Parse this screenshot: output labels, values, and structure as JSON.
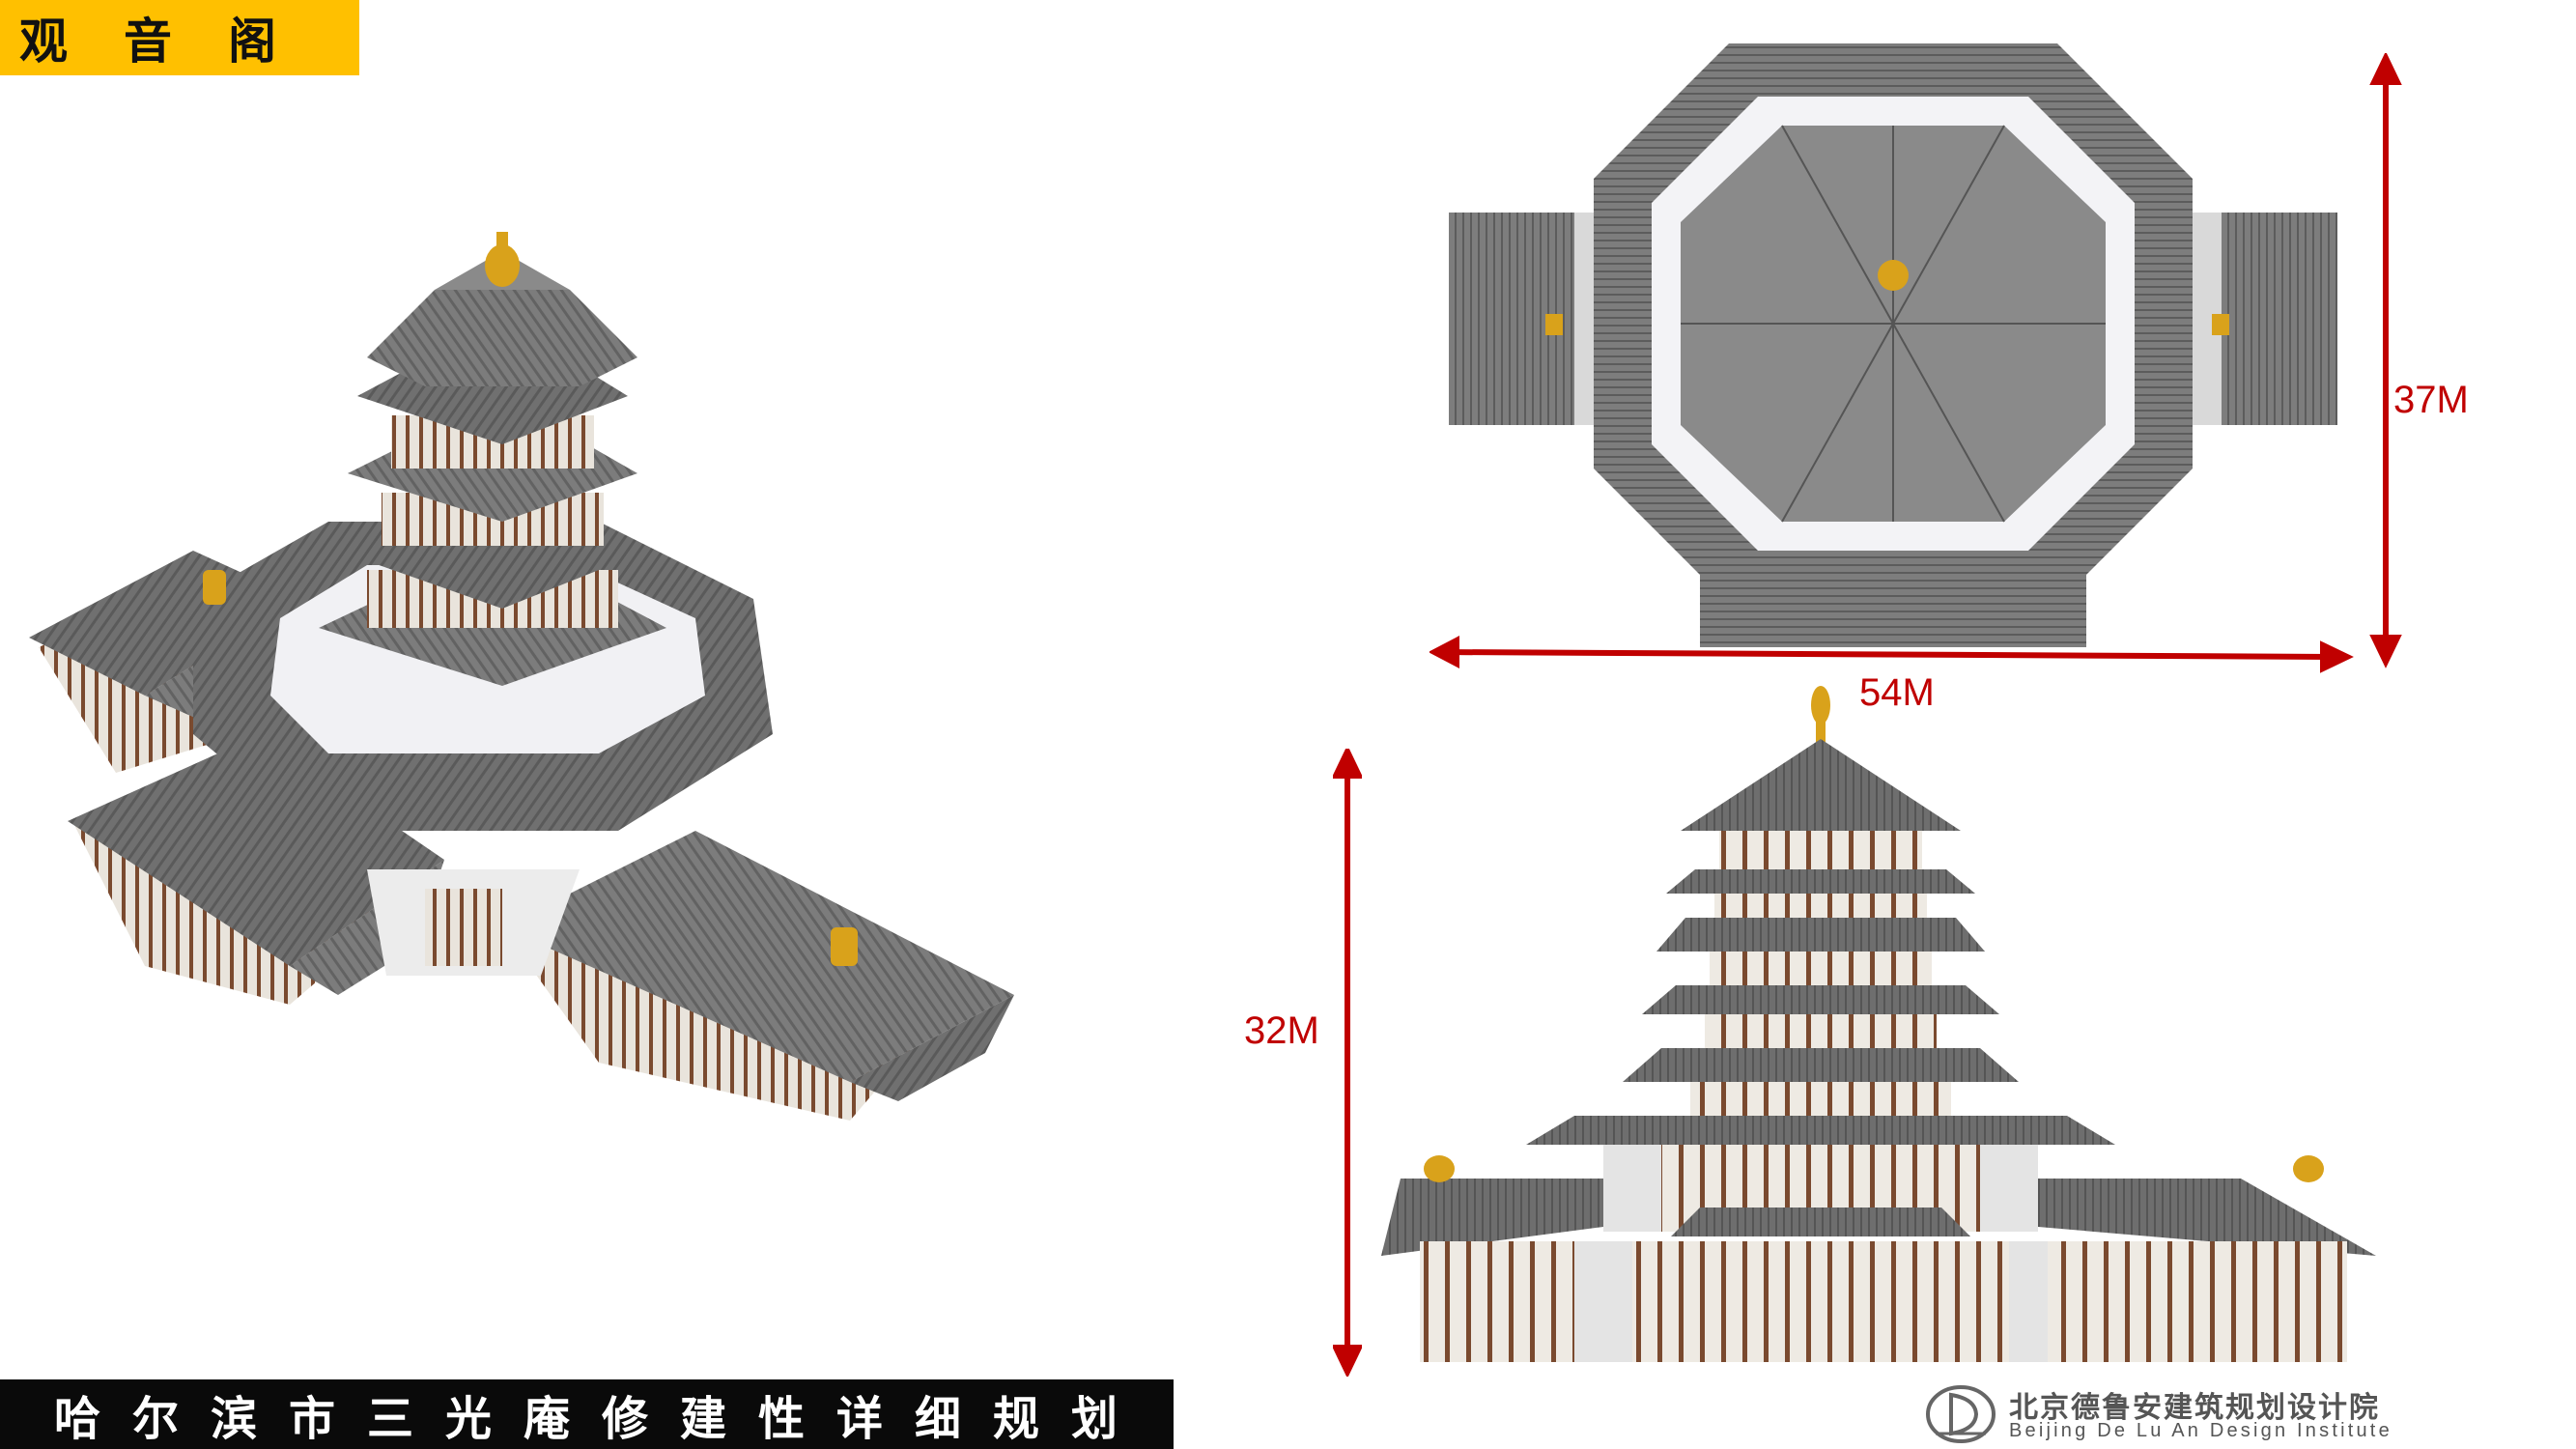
{
  "page": {
    "section_title": "观音阁",
    "project_title": "哈尔滨市三光庵修建性详细规划"
  },
  "dimensions": {
    "plan_depth": "37M",
    "plan_width": "54M",
    "elevation_height": "32M"
  },
  "institute": {
    "name_cn": "北京德鲁安建筑规划设计院",
    "name_en": "Beijing De Lu An Design Institute"
  },
  "colors": {
    "accent_yellow": "#ffc000",
    "dimension_red": "#c00000",
    "banner_black": "#0a0a0a",
    "roof_grey": "#6b6b6b",
    "timber_brown": "#7a4a2f",
    "gold": "#d9a21b"
  }
}
